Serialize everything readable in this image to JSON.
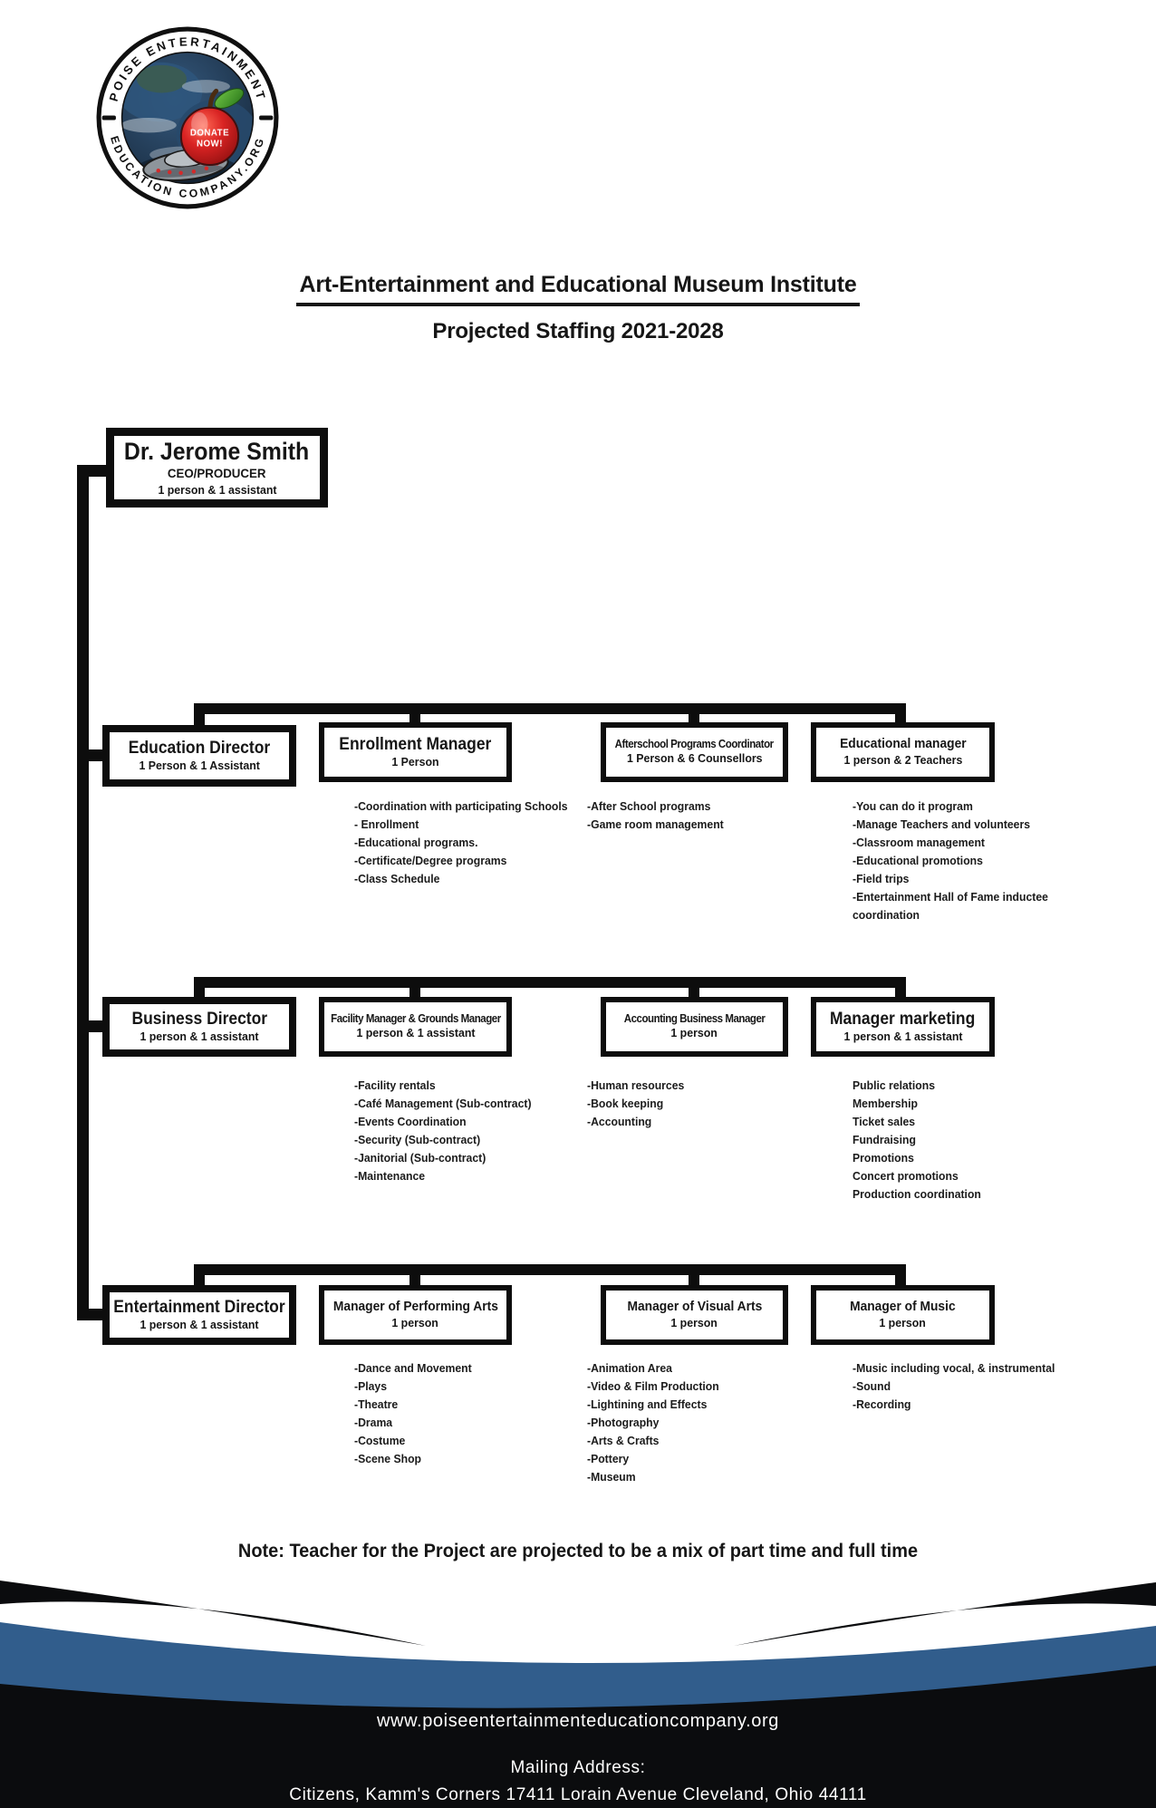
{
  "logo": {
    "top_text": "POISE ENTERTAINMENT",
    "bottom_text": "EDUCATION COMPANY.ORG",
    "apple_line1": "DONATE",
    "apple_line2": "NOW!"
  },
  "header": {
    "title": "Art-Entertainment and Educational Museum Institute",
    "subtitle": "Projected Staffing 2021-2028"
  },
  "ceo": {
    "name": "Dr. Jerome Smith",
    "role": "CEO/PRODUCER",
    "staffing": "1 person & 1 assistant"
  },
  "rows": [
    {
      "director": {
        "title": "Education Director",
        "staffing": "1 Person & 1 Assistant"
      },
      "managers": [
        {
          "title": "Enrollment Manager",
          "staffing": "1 Person",
          "duties": [
            "-Coordination with participating Schools",
            "- Enrollment",
            "-Educational programs.",
            "-Certificate/Degree programs",
            "-Class Schedule"
          ]
        },
        {
          "title": "Afterschool Programs Coordinator",
          "staffing": "1 Person & 6 Counsellors",
          "duties": [
            "-After School programs",
            "-Game room management"
          ]
        },
        {
          "title": "Educational manager",
          "staffing": "1 person & 2 Teachers",
          "duties": [
            "-You can do it program",
            "-Manage Teachers and volunteers",
            "-Classroom management",
            "-Educational promotions",
            "-Field trips",
            "-Entertainment Hall of Fame inductee",
            "coordination"
          ]
        }
      ]
    },
    {
      "director": {
        "title": "Business Director",
        "staffing": "1 person & 1 assistant"
      },
      "managers": [
        {
          "title": "Facility Manager & Grounds Manager",
          "staffing": "1 person & 1 assistant",
          "duties": [
            "-Facility rentals",
            "-Café Management (Sub-contract)",
            "-Events Coordination",
            "-Security (Sub-contract)",
            "-Janitorial (Sub-contract)",
            "-Maintenance"
          ]
        },
        {
          "title": "Accounting Business Manager",
          "staffing": "1 person",
          "duties": [
            "-Human resources",
            "-Book keeping",
            "-Accounting"
          ]
        },
        {
          "title": "Manager marketing",
          "staffing": "1 person & 1 assistant",
          "duties": [
            "Public relations",
            "Membership",
            "Ticket sales",
            "Fundraising",
            "Promotions",
            "Concert promotions",
            "Production coordination"
          ]
        }
      ]
    },
    {
      "director": {
        "title": "Entertainment Director",
        "staffing": "1 person & 1 assistant"
      },
      "managers": [
        {
          "title": "Manager of Performing Arts",
          "staffing": "1 person",
          "duties": [
            "-Dance and Movement",
            "-Plays",
            "-Theatre",
            "-Drama",
            "-Costume",
            "-Scene Shop"
          ]
        },
        {
          "title": "Manager of Visual Arts",
          "staffing": "1 person",
          "duties": [
            "-Animation Area",
            "-Video & Film Production",
            "-Lightining and Effects",
            "-Photography",
            "-Arts & Crafts",
            "-Pottery",
            "-Museum"
          ]
        },
        {
          "title": "Manager of Music",
          "staffing": "1 person",
          "duties": [
            "-Music including vocal, & instrumental",
            "-Sound",
            "-Recording"
          ]
        }
      ]
    }
  ],
  "note": "Note: Teacher for the Project are projected to be a mix of part time and full time",
  "footer": {
    "website": "www.poiseentertainmenteducationcompany.org",
    "mailing_label": "Mailing Address:",
    "address": "Citizens, Kamm's Corners 17411 Lorain Avenue Cleveland, Ohio 44111",
    "blue": "#315d8c"
  }
}
